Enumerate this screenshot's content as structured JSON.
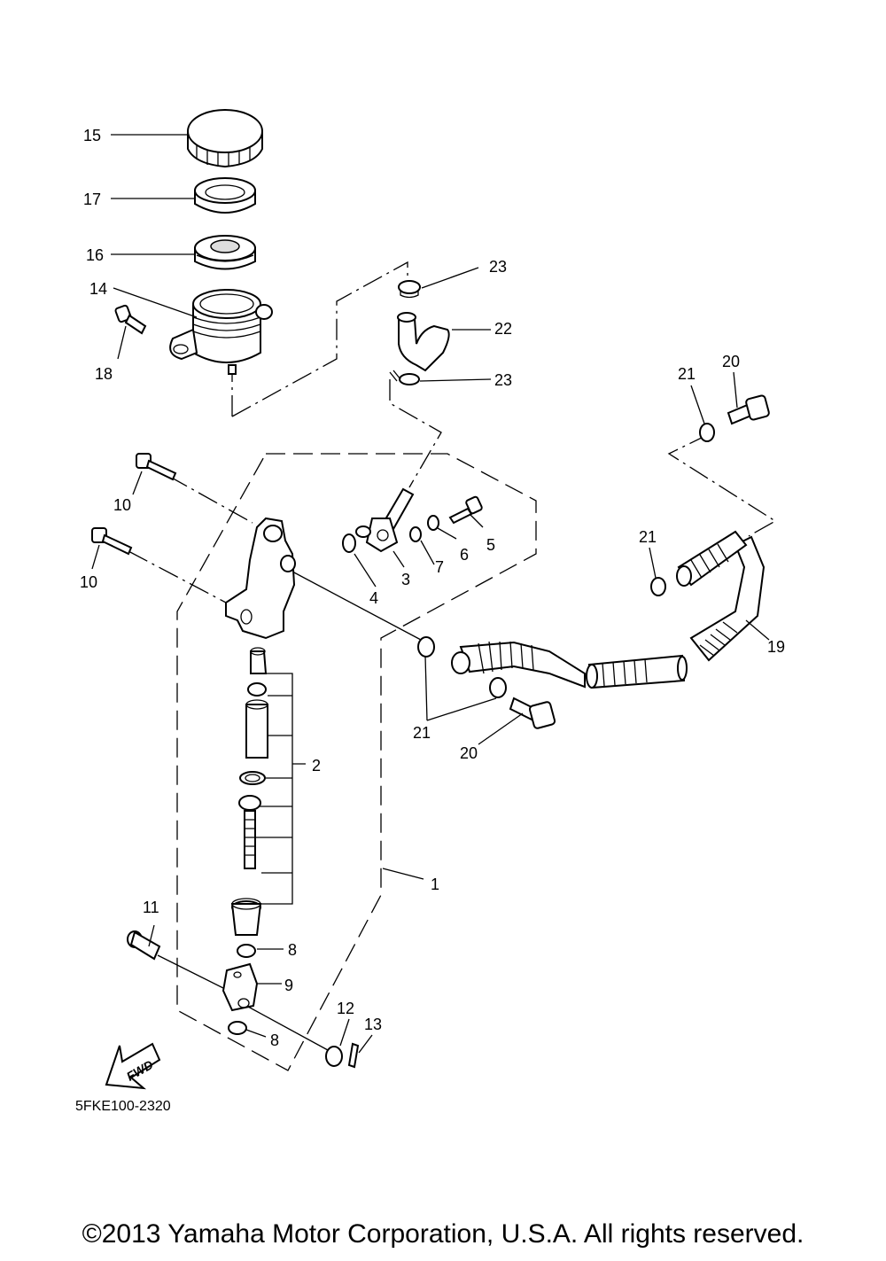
{
  "diagram": {
    "labels": {
      "l1": "1",
      "l2": "2",
      "l3": "3",
      "l4": "4",
      "l5": "5",
      "l6": "6",
      "l7": "7",
      "l8a": "8",
      "l8b": "8",
      "l9": "9",
      "l10a": "10",
      "l10b": "10",
      "l11": "11",
      "l12": "12",
      "l13": "13",
      "l14": "14",
      "l15": "15",
      "l16": "16",
      "l17": "17",
      "l18": "18",
      "l19": "19",
      "l20a": "20",
      "l20b": "20",
      "l21a": "21",
      "l21b": "21",
      "l21c": "21",
      "l22": "22",
      "l23a": "23",
      "l23b": "23"
    },
    "fwd_label": "FWD",
    "drawing_code": "5FKE100-2320"
  },
  "footer": {
    "copyright": "©2013 Yamaha Motor Corporation, U.S.A. All rights reserved."
  }
}
